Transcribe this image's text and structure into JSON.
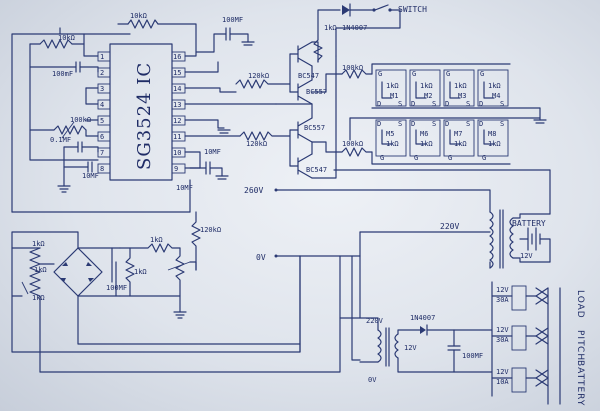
{
  "ic": {
    "label": "SG3524 IC",
    "pins_left": [
      "1",
      "2",
      "3",
      "4",
      "5",
      "6",
      "7",
      "8"
    ],
    "pins_right": [
      "16",
      "15",
      "14",
      "13",
      "12",
      "11",
      "10",
      "9"
    ]
  },
  "components": {
    "r_top": "10kΩ",
    "r_top_left": "10kΩ",
    "c_left_100mf": "100mF",
    "c_top_100mf": "100MF",
    "r_left_100k": "100kΩ",
    "c_0_1mf": "0.1MF",
    "c_10mf_left": "10MF",
    "c_10mf_right": "10MF",
    "c_10mf_bottom": "10MF",
    "r_120k_1": "120kΩ",
    "r_120k_2": "120kΩ",
    "r_120k_feedback": "120kΩ",
    "r_1k_transistor": "1kΩ",
    "diode_top": "1N4007",
    "switch": "SWITCH",
    "bc547_top": "BC547",
    "bc557_top": "BC557",
    "bc557_bottom": "BC557",
    "bc547_bottom": "BC547",
    "r_100k_upper": "100kΩ",
    "r_100k_lower": "100kΩ"
  },
  "mosfets": {
    "upper": [
      {
        "gate": "G",
        "res": "1kΩ",
        "name": "M1"
      },
      {
        "gate": "G",
        "res": "1kΩ",
        "name": "M2"
      },
      {
        "gate": "G",
        "res": "1kΩ",
        "name": "M3"
      },
      {
        "gate": "G",
        "res": "1kΩ",
        "name": "M4"
      }
    ],
    "lower": [
      {
        "gate": "G",
        "res": "1kΩ",
        "name": "M5"
      },
      {
        "gate": "G",
        "res": "1kΩ",
        "name": "M6"
      },
      {
        "gate": "G",
        "res": "1kΩ",
        "name": "M7"
      },
      {
        "gate": "G",
        "res": "1kΩ",
        "name": "M8"
      }
    ],
    "pin_d": "D",
    "pin_s": "S"
  },
  "transformer": {
    "v260": "260V",
    "v220": "220V",
    "v0": "0V",
    "battery": "BATTERY",
    "battery_v": "12V"
  },
  "feedback": {
    "r_1k_a": "1kΩ",
    "r_1k_b": "1kΩ",
    "r_1k_c": "1kΩ",
    "r_1k_d": "1kΩ",
    "r_1k_e": "1kΩ",
    "c_100mf": "100MF"
  },
  "charger": {
    "v220": "220V",
    "v0": "0V",
    "v12": "12V",
    "diode": "1N4007",
    "cap": "100MF"
  },
  "relays": {
    "r1_v": "12V",
    "r1_a": "30A",
    "r2_v": "12V",
    "r2_a": "30A",
    "r3_v": "12V",
    "r3_a": "10A",
    "load": "LOAD",
    "pitch": "PITCH",
    "battery": "BATTERY"
  }
}
